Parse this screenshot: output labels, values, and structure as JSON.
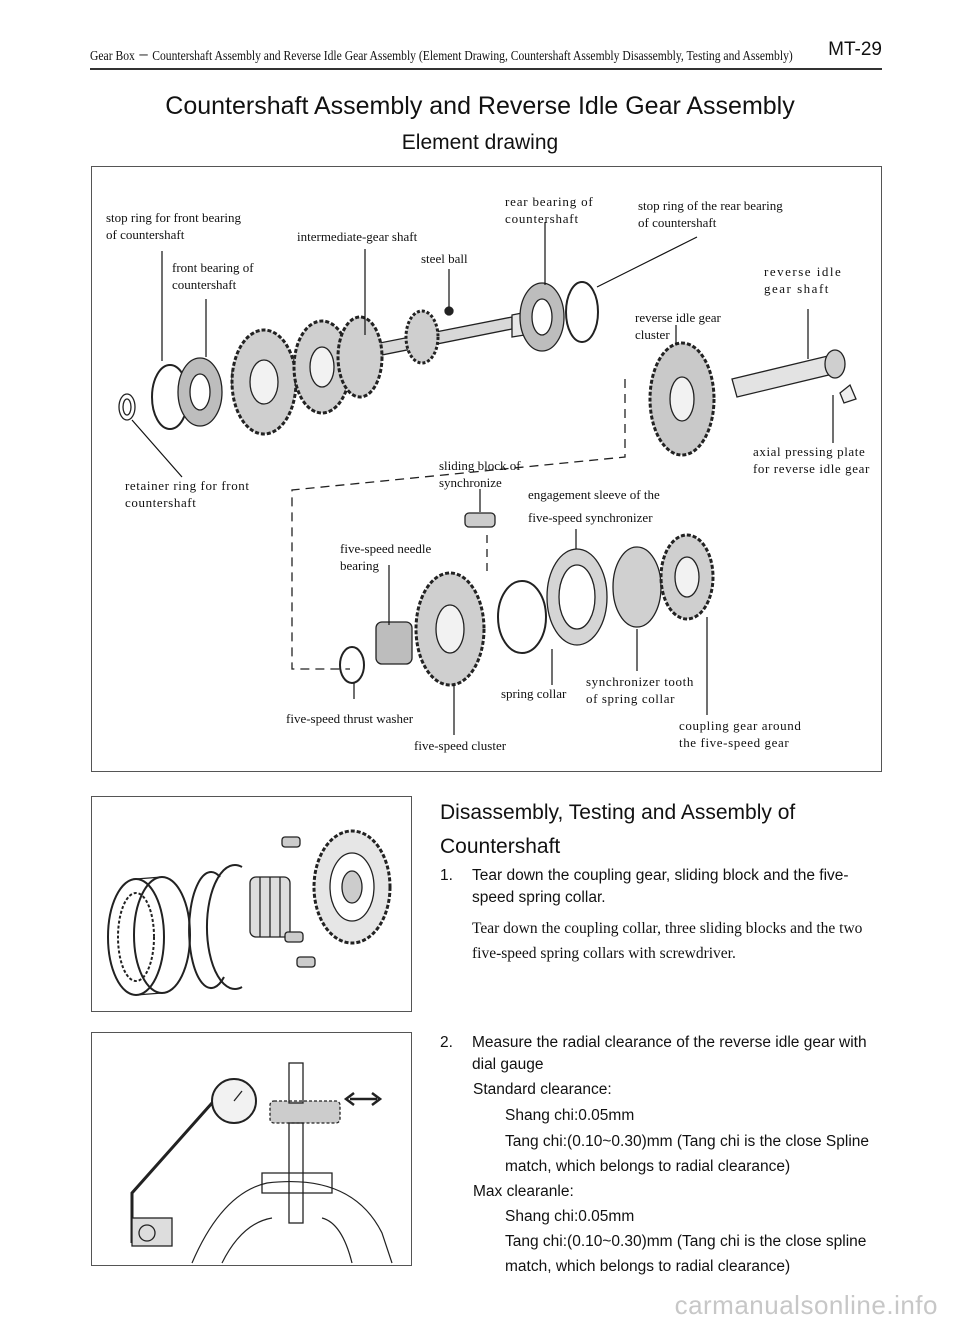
{
  "header": {
    "running_title": "Gear Box － Countershaft Assembly and Reverse Idle Gear Assembly (Element Drawing, Countershaft Assembly Disassembly, Testing and Assembly)",
    "page_number": "MT-29"
  },
  "title": "Countershaft Assembly and Reverse Idle Gear Assembly",
  "subtitle": "Element drawing",
  "element_drawing": {
    "labels": {
      "stop_ring_front_bearing": "stop ring for front bearing\nof countershaft",
      "intermediate_gear_shaft": "intermediate-gear shaft",
      "rear_bearing": "rear bearing of\ncountershaft",
      "stop_ring_rear_bearing": "stop ring of the rear bearing\nof countershaft",
      "front_bearing": "front bearing of\ncountershaft",
      "steel_ball": "steel ball",
      "reverse_idle_gear_shaft": "reverse idle\ngear shaft",
      "reverse_idle_gear_cluster": "reverse idle gear\ncluster",
      "axial_pressing_plate": "axial pressing plate\nfor reverse idle gear",
      "retainer_ring": "retainer ring for front\ncountershaft",
      "sliding_block": "sliding block of\nsynchronize",
      "engagement_sleeve_1": "engagement sleeve of the",
      "engagement_sleeve_2": "five-speed synchronizer",
      "needle_bearing": "five-speed needle\nbearing",
      "spring_collar": "spring collar",
      "synchronizer_tooth": "synchronizer tooth\nof spring collar",
      "thrust_washer": "five-speed thrust washer",
      "coupling_gear": "coupling gear around\nthe five-speed gear",
      "five_speed_cluster": "five-speed cluster"
    }
  },
  "disassembly": {
    "heading": "Disassembly, Testing and Assembly of Countershaft",
    "steps": [
      {
        "number": "1.",
        "text": "Tear down the coupling gear, sliding block and the five-speed spring collar.",
        "note": "Tear down the coupling collar, three sliding blocks and the two five-speed spring collars with screwdriver."
      },
      {
        "number": "2.",
        "text": "Measure the radial clearance of the reverse idle gear with dial gauge",
        "standard_label": "Standard clearance:",
        "standard_shang": "Shang chi:0.05mm",
        "standard_tang_1": "Tang chi:(0.10~0.30)mm (Tang chi is the close Spline",
        "standard_tang_2": "match, which belongs to radial clearance)",
        "max_label": "Max clearanle:",
        "max_shang": "Shang chi:0.05mm",
        "max_tang_1": "Tang chi:(0.10~0.30)mm (Tang chi is the close spline",
        "max_tang_2": "match, which belongs to radial clearance)"
      }
    ]
  },
  "watermark": "carmanualsonline.info"
}
